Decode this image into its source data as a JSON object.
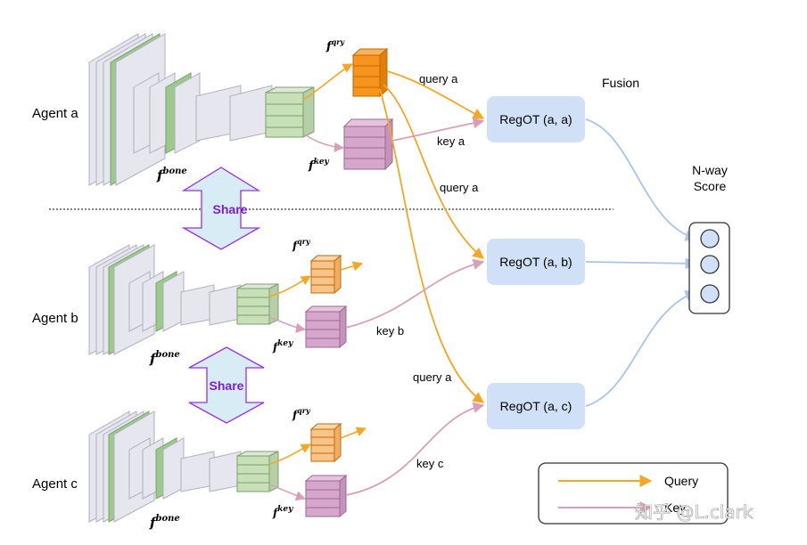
{
  "agents": [
    {
      "label": "Agent a"
    },
    {
      "label": "Agent b"
    },
    {
      "label": "Agent c"
    }
  ],
  "features": {
    "bone": {
      "base": "f",
      "sup": "bone"
    },
    "qry": {
      "base": "f",
      "sup": "qry"
    },
    "key": {
      "base": "f",
      "sup": "key"
    }
  },
  "share_label": "Share",
  "edges": {
    "query_a_1": "query a",
    "key_a": "key a",
    "query_a_2": "query a",
    "key_b": "key b",
    "query_a_3": "query a",
    "key_c": "key c"
  },
  "regot": [
    {
      "label": "RegOT (a, a)"
    },
    {
      "label": "RegOT (a, b)"
    },
    {
      "label": "RegOT (a, c)"
    }
  ],
  "fusion_label": "Fusion",
  "nway": {
    "line1": "N-way",
    "line2": "Score"
  },
  "legend": {
    "query": "Query",
    "key": "Key"
  },
  "watermark": "知乎 @L.clark",
  "colors": {
    "query": "#f5a623",
    "key": "#d8a0b8",
    "fusion": "#a8c4ea",
    "regot_fill": "#cfe0f7",
    "backbone_green": "#9cc98c",
    "backbone_gray": "#dcdce6",
    "qry_fill": "#f7941d",
    "key_fill": "#d6a6cc",
    "share_fill": "#d8ecf6",
    "share_stroke": "#9b30e0"
  }
}
